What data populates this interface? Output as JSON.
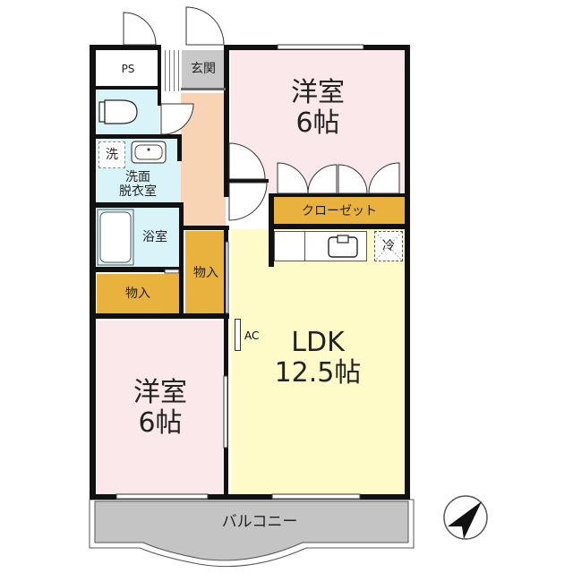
{
  "floorplan": {
    "colors": {
      "western_room": "#fbe8ea",
      "ldk": "#fffbc8",
      "storage": "#e8b23c",
      "entrance": "#c8c8c8",
      "hallway": "#f8d3b4",
      "wet_area": "#d8f4f8",
      "balcony": "#c4c4c4",
      "wall": "#111111"
    },
    "rooms": {
      "ps": {
        "label": "PS"
      },
      "genkan": {
        "label": "玄関"
      },
      "washroom": {
        "line1": "洗面",
        "line2": "脱衣室",
        "washer_mark": "洗"
      },
      "bathroom": {
        "label": "浴室"
      },
      "storage_left": {
        "label": "物入"
      },
      "storage_center": {
        "label": "物入"
      },
      "bedroom_north": {
        "name": "洋室",
        "size": "6帖"
      },
      "closet": {
        "label": "クローゼット"
      },
      "fridge_mark": "冷",
      "ldk": {
        "name": "LDK",
        "size": "12.5帖"
      },
      "ac": "AC",
      "bedroom_south": {
        "name": "洋室",
        "size": "6帖"
      },
      "balcony": {
        "label": "バルコニー"
      }
    },
    "compass": {
      "icon": "north-arrow-icon",
      "direction": "NE"
    }
  }
}
